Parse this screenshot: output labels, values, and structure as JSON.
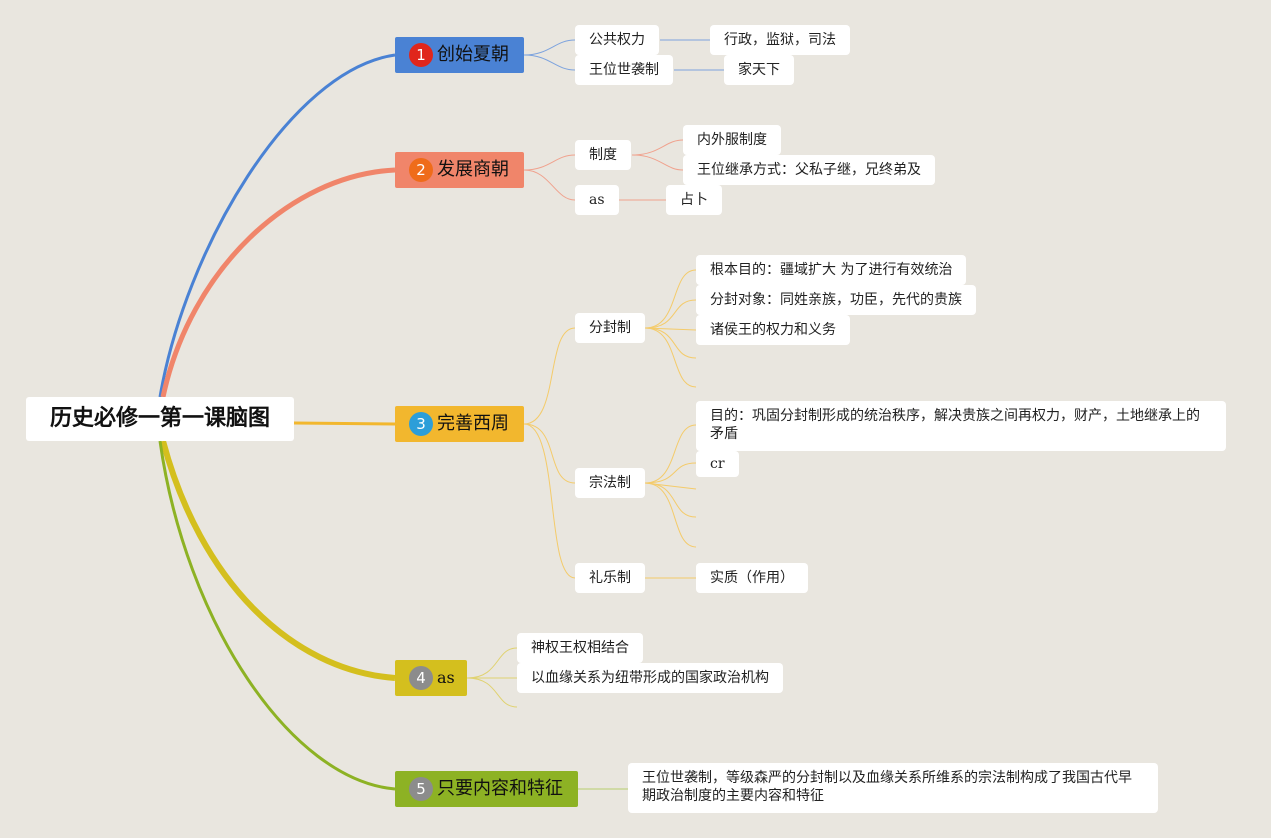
{
  "root": {
    "title": "历史必修一第一课脑图"
  },
  "branches": [
    {
      "num": "1",
      "label": "创始夏朝",
      "color": "#4a82d4",
      "numColor": "#e0261c"
    },
    {
      "num": "2",
      "label": "发展商朝",
      "color": "#f0856a",
      "numColor": "#ef6c1a"
    },
    {
      "num": "3",
      "label": "完善西周",
      "color": "#f2b72e",
      "numColor": "#2c9ed9"
    },
    {
      "num": "4",
      "label": "as",
      "color": "#d4bf1e",
      "numColor": "#8c8c8c"
    },
    {
      "num": "5",
      "label": "只要内容和特征",
      "color": "#8db224",
      "numColor": "#8c8c8c"
    }
  ],
  "xia": {
    "items": [
      {
        "label": "公共权力",
        "children": [
          "行政，监狱，司法"
        ]
      },
      {
        "label": "王位世袭制",
        "children": [
          "家天下"
        ]
      }
    ]
  },
  "shang": {
    "items": [
      {
        "label": "制度",
        "children": [
          "内外服制度",
          "王位继承方式：父私子继，兄终弟及"
        ]
      },
      {
        "label": "as",
        "children": [
          "占卜"
        ]
      }
    ]
  },
  "zhou": {
    "items": [
      {
        "label": "分封制",
        "children": [
          "根本目的：疆域扩大 为了进行有效统治",
          "分封对象：同姓亲族，功臣，先代的贵族",
          "诸侯王的权力和义务"
        ]
      },
      {
        "label": "宗法制",
        "children": [
          "目的：巩固分封制形成的统治秩序，解决贵族之间再权力，财产，土地继承上的矛盾",
          "cr"
        ]
      },
      {
        "label": "礼乐制",
        "children": [
          "实质（作用）"
        ]
      }
    ]
  },
  "as4": {
    "children": [
      "神权王权相结合",
      "以血缘关系为纽带形成的国家政治机构"
    ]
  },
  "feature": {
    "text": "王位世袭制，等级森严的分封制以及血缘关系所维系的宗法制构成了我国古代早期政治制度的主要内容和特征"
  }
}
